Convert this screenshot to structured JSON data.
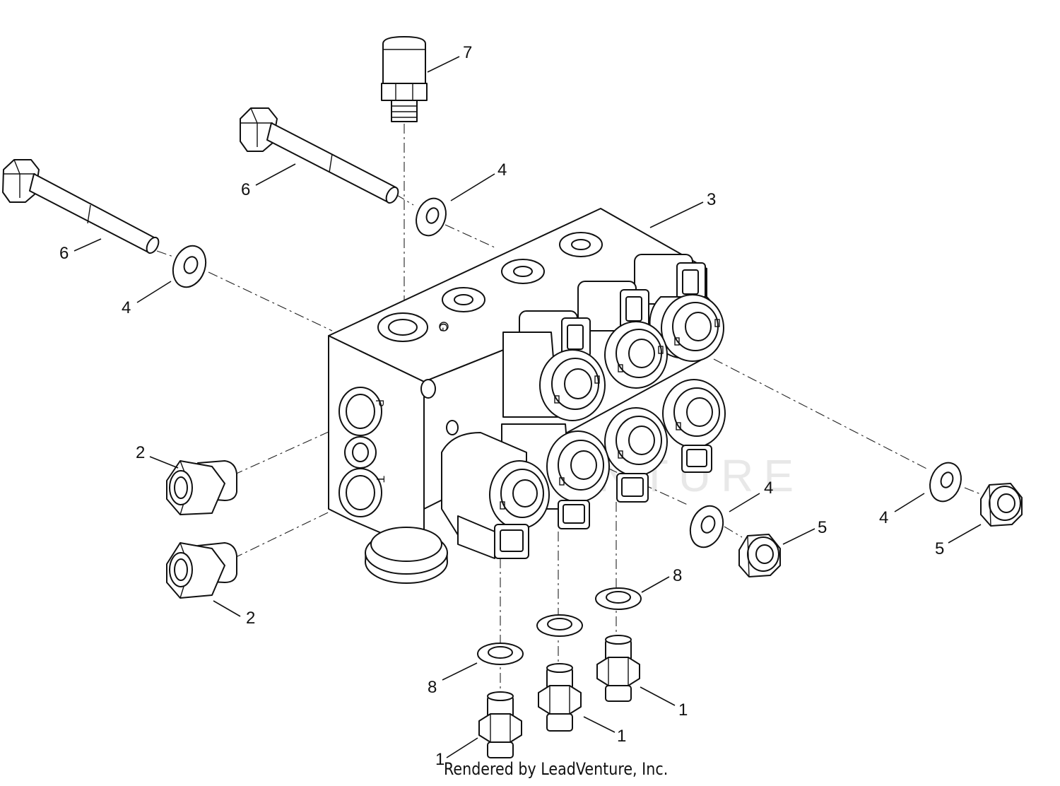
{
  "diagram": {
    "watermark": "LEADVENTURE",
    "port_labels": [
      "P",
      "T",
      "G"
    ],
    "callouts": [
      {
        "id": "c7",
        "text": "7"
      },
      {
        "id": "c6a",
        "text": "6"
      },
      {
        "id": "c6b",
        "text": "6"
      },
      {
        "id": "c4a",
        "text": "4"
      },
      {
        "id": "c4b",
        "text": "4"
      },
      {
        "id": "c4c",
        "text": "4"
      },
      {
        "id": "c4d",
        "text": "4"
      },
      {
        "id": "c3",
        "text": "3"
      },
      {
        "id": "c2a",
        "text": "2"
      },
      {
        "id": "c2b",
        "text": "2"
      },
      {
        "id": "c5a",
        "text": "5"
      },
      {
        "id": "c5b",
        "text": "5"
      },
      {
        "id": "c8a",
        "text": "8"
      },
      {
        "id": "c8b",
        "text": "8"
      },
      {
        "id": "c1a",
        "text": "1"
      },
      {
        "id": "c1b",
        "text": "1"
      },
      {
        "id": "c1c",
        "text": "1"
      }
    ]
  },
  "footer": {
    "text": "Rendered by LeadVenture, Inc."
  }
}
